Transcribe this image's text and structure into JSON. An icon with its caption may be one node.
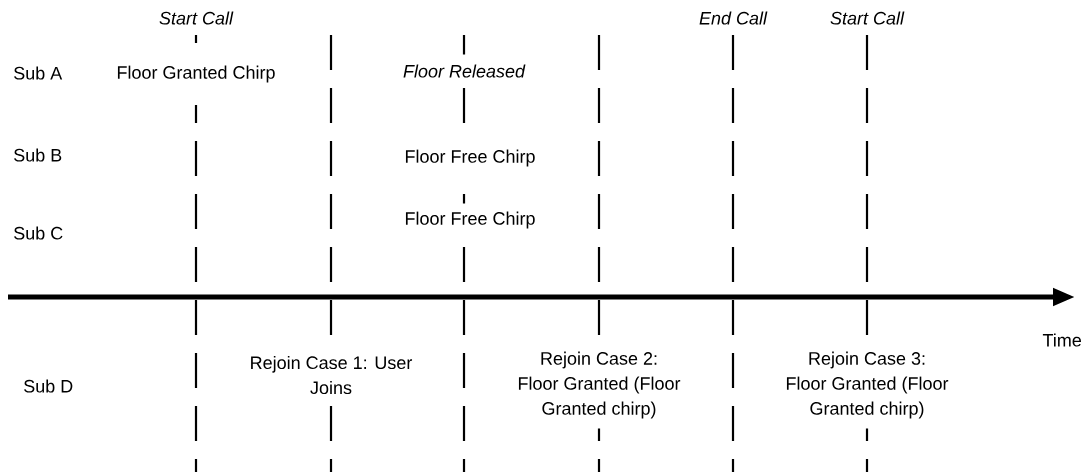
{
  "diagram": {
    "labels": [
      "Start Call",
      "End Call",
      "Start Call",
      "Sub A",
      "Floor Granted Chirp",
      "Floor Released",
      "Sub B",
      "Floor Free Chirp",
      "Sub C",
      "Floor Free Chirp",
      "Time",
      "Sub D",
      "Rejoin Case 1: User Joins",
      "Rejoin Case 2: Floor Granted (Floor Granted chirp)",
      "Rejoin Case 3: Floor Granted (Floor Granted chirp)"
    ]
  }
}
